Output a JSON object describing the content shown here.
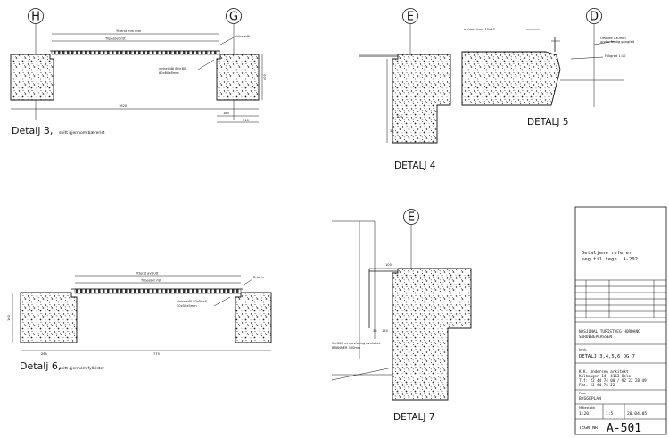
{
  "drawing": {
    "title_block": {
      "note": "Detaljene referer\nseg til tegn. A-202",
      "project": "NASJONAL TURISTVEG HORDANG",
      "subproject": "SKRUBBEPLASSEN",
      "drawing_title": "DETALJ 3,4,5,6 OG 7",
      "architect_lines": [
        "K.K. Andersen arkitekt",
        "Kalhaugen 14, 4163 Oslo",
        "Tlf: 22 44 74 00 / 92 22 28 49",
        "Fax: 22 44 74 22"
      ],
      "phase": "BYGGEPLAN",
      "scale": "1:20",
      "sheet": "1:5",
      "date": "20.04.05",
      "drawing_label": "TEGN.NR.",
      "drawing_no": "A-501"
    },
    "grid_labels": [
      "H",
      "G",
      "E",
      "D",
      "E"
    ],
    "details": [
      {
        "title": "Detalj 3,",
        "subtitle": "snitt gjennom bærerist"
      },
      {
        "title": "DETALJ 4"
      },
      {
        "title": "DETALJ 5"
      },
      {
        "title": "Detalj 6,",
        "subtitle": "snitt gjennom fyllrister"
      },
      {
        "title": "DETALJ 7"
      }
    ],
    "annotations": {
      "d3_rist_top": "Ytterst mm mm",
      "d3_rist_bot": "Tilpasset rist",
      "d3_vinkel": "vinkelstål 80×80",
      "d3_bottom_dim": "1620",
      "d3_height": "400",
      "d3_side_a": "185",
      "d3_side_b": "310",
      "d5_note1": "avfaset kant 10x10",
      "d5_note2": "Fallgrad 1:10",
      "d6_rist_top": "Ytterst avslutt",
      "d6_rist_bot": "Tilpasset rist",
      "d6_vinkel": "vinkelstål 50x50x5",
      "d6_height": "160",
      "d6_left_dim": "265",
      "d6_right_dim": "775",
      "d7_note": "Ca.300 mm avfasing avsluttet"
    }
  }
}
